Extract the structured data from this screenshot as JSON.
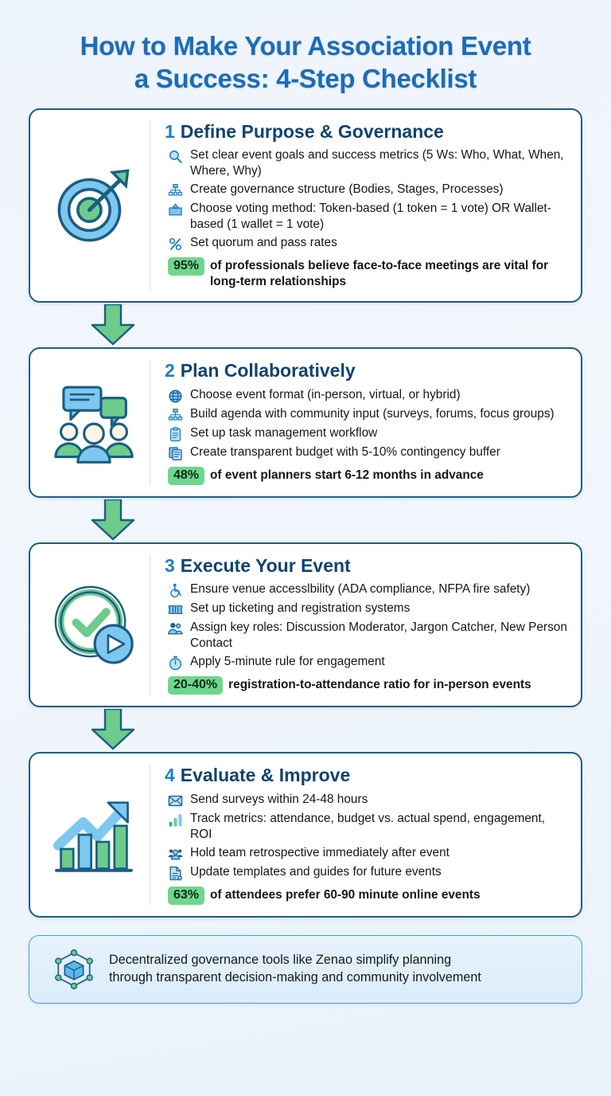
{
  "title": {
    "line1": "How to Make Your Association Event",
    "line2": "a Success: 4-Step Checklist"
  },
  "colors": {
    "title_blue": "#1d6cb5",
    "heading_blue": "#11436e",
    "step_number_blue": "#1f7fc4",
    "badge_green": "#6fd68d",
    "card_border": "#1b5d84",
    "arrow_green": "#6dcb8b",
    "footer_border": "#3f9fdc",
    "page_background": "#eef4fb"
  },
  "steps": [
    {
      "number": "1",
      "title": "Define Purpose & Governance",
      "icon": "target-arrow-icon",
      "bullets": [
        {
          "icon": "magnifier-icon",
          "text": "Set clear event goals and success metrics (5 Ws: Who, What, When, Where, Why)"
        },
        {
          "icon": "org-chart-icon",
          "text": "Create governance structure (Bodies, Stages, Processes)"
        },
        {
          "icon": "ballot-box-icon",
          "text": "Choose voting method: Token-based (1 token = 1 vote) OR Wallet-based (1 wallet = 1 vote)"
        },
        {
          "icon": "percent-icon",
          "text": "Set quorum and pass rates"
        }
      ],
      "stat": {
        "value": "95%",
        "text": "of professionals believe face-to-face meetings are vital for long-term relationships"
      }
    },
    {
      "number": "2",
      "title": "Plan Collaboratively",
      "icon": "people-speech-bubbles-icon",
      "bullets": [
        {
          "icon": "globe-icon",
          "text": "Choose event format (in-person, virtual, or hybrid)"
        },
        {
          "icon": "org-chart-icon",
          "text": "Build agenda with community input (surveys, forums, focus groups)"
        },
        {
          "icon": "clipboard-icon",
          "text": "Set up task management workflow"
        },
        {
          "icon": "documents-icon",
          "text": "Create transparent budget with 5-10% contingency buffer"
        }
      ],
      "stat": {
        "value": "48%",
        "text": "of event planners start 6-12 months in advance"
      }
    },
    {
      "number": "3",
      "title": "Execute Your Event",
      "icon": "check-circle-play-icon",
      "bullets": [
        {
          "icon": "wheelchair-accessibility-icon",
          "text": "Ensure venue accesslbility (ADA compliance, NFPA fire safety)"
        },
        {
          "icon": "ticket-icon",
          "text": "Set up ticketing and registration systems"
        },
        {
          "icon": "two-people-icon",
          "text": "Assign key roles: Discussion Moderator, Jargon Catcher, New Person Contact"
        },
        {
          "icon": "stopwatch-icon",
          "text": "Apply 5-minute rule for engagement"
        }
      ],
      "stat": {
        "value": "20-40%",
        "text": "registration-to-attendance ratio for in-person events"
      }
    },
    {
      "number": "4",
      "title": "Evaluate & Improve",
      "icon": "growth-bar-chart-icon",
      "bullets": [
        {
          "icon": "envelope-icon",
          "text": "Send surveys within 24-48 hours"
        },
        {
          "icon": "bar-chart-icon",
          "text": "Track metrics: attendance, budget vs. actual spend, engagement, ROI"
        },
        {
          "icon": "group-people-icon",
          "text": "Hold team retrospective immediately after event"
        },
        {
          "icon": "document-edit-icon",
          "text": "Update templates and guides for future events"
        }
      ],
      "stat": {
        "value": "63%",
        "text": "of attendees prefer 60-90 minute online events"
      }
    }
  ],
  "footer": {
    "icon": "network-cube-icon",
    "line1": "Decentralized governance tools like Zenao simplify planning",
    "line2": "through transparent decision-making and community involvement"
  }
}
